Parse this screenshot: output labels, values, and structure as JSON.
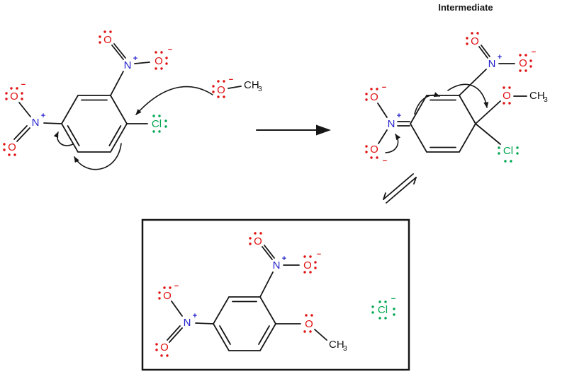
{
  "labels": {
    "intermediate": "Intermediate"
  },
  "symbols": {
    "O": "O",
    "N": "N",
    "Cl": "Cl",
    "CH": "CH",
    "sub3": "3",
    "plus": "+",
    "minus": "−"
  },
  "colors": {
    "oxygen": "#e01010",
    "nitrogen": "#2424cc",
    "chlorine": "#00a651",
    "ink": "#161616"
  }
}
